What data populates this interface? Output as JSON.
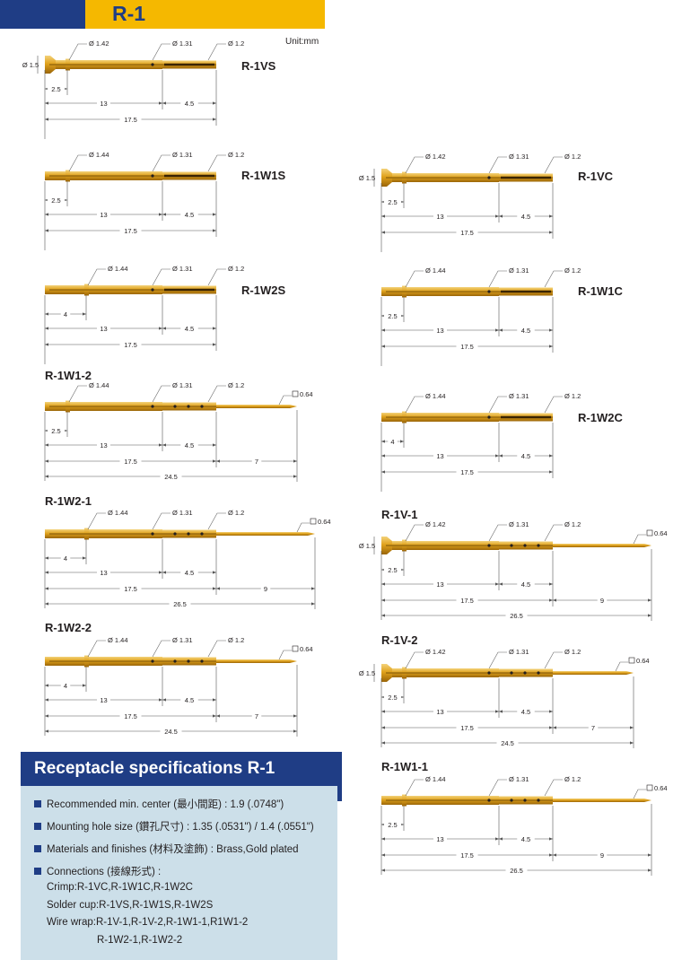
{
  "header": {
    "title": "R-1"
  },
  "unit": "Unit:mm",
  "parts": [
    {
      "name": "R-1VS",
      "diameters": [
        "Ø 1.42",
        "Ø 1.31",
        "Ø 1.2"
      ],
      "flange_dia": "Ø 1.5",
      "dims": [
        "2.5",
        "13",
        "4.5",
        "17.5"
      ]
    },
    {
      "name": "R-1W1S",
      "diameters": [
        "Ø 1.44",
        "Ø 1.31",
        "Ø 1.2"
      ],
      "dims": [
        "2.5",
        "13",
        "4.5",
        "17.5"
      ]
    },
    {
      "name": "R-1VC",
      "diameters": [
        "Ø 1.42",
        "Ø 1.31",
        "Ø 1.2"
      ],
      "flange_dia": "Ø 1.5",
      "dims": [
        "2.5",
        "13",
        "4.5",
        "17.5"
      ]
    },
    {
      "name": "R-1W2S",
      "diameters": [
        "Ø 1.44",
        "Ø 1.31",
        "Ø 1.2"
      ],
      "dims": [
        "4",
        "13",
        "4.5",
        "17.5"
      ]
    },
    {
      "name": "R-1W1C",
      "diameters": [
        "Ø 1.44",
        "Ø 1.31",
        "Ø 1.2"
      ],
      "dims": [
        "2.5",
        "13",
        "4.5",
        "17.5"
      ]
    },
    {
      "name": "R-1W1-2",
      "diameters": [
        "Ø 1.44",
        "Ø 1.31",
        "Ø 1.2"
      ],
      "tail": "□ 0.64",
      "dims": [
        "2.5",
        "13",
        "4.5",
        "17.5",
        "7",
        "24.5"
      ]
    },
    {
      "name": "R-1W2C",
      "diameters": [
        "Ø 1.44",
        "Ø 1.31",
        "Ø 1.2"
      ],
      "dims": [
        "4",
        "13",
        "4.5",
        "17.5"
      ]
    },
    {
      "name": "R-1W2-1",
      "diameters": [
        "Ø 1.44",
        "Ø 1.31",
        "Ø 1.2"
      ],
      "tail": "□ 0.64",
      "dims": [
        "4",
        "13",
        "4.5",
        "17.5",
        "9",
        "26.5"
      ]
    },
    {
      "name": "R-1V-1",
      "diameters": [
        "Ø 1.42",
        "Ø 1.31",
        "Ø 1.2"
      ],
      "flange_dia": "Ø 1.5",
      "tail": "□ 0.64",
      "dims": [
        "2.5",
        "13",
        "4.5",
        "17.5",
        "9",
        "26.5"
      ]
    },
    {
      "name": "R-1W2-2",
      "diameters": [
        "Ø 1.44",
        "Ø 1.31",
        "Ø 1.2"
      ],
      "tail": "□ 0.64",
      "dims": [
        "4",
        "13",
        "4.5",
        "17.5",
        "7",
        "24.5"
      ]
    },
    {
      "name": "R-1V-2",
      "diameters": [
        "Ø 1.42",
        "Ø 1.31",
        "Ø 1.2"
      ],
      "flange_dia": "Ø 1.5",
      "tail": "□ 0.64",
      "dims": [
        "2.5",
        "13",
        "4.5",
        "17.5",
        "7",
        "24.5"
      ]
    },
    {
      "name": "R-1W1-1",
      "diameters": [
        "Ø 1.44",
        "Ø 1.31",
        "Ø 1.2"
      ],
      "tail": "□ 0.64",
      "dims": [
        "2.5",
        "13",
        "4.5",
        "17.5",
        "9",
        "26.5"
      ]
    }
  ],
  "spec": {
    "title": "Receptacle specifications R-1",
    "items": [
      "Recommended min. center (最小間距) : 1.9 (.0748\")",
      "Mounting hole size (鑽孔尺寸) : 1.35 (.0531\") / 1.4 (.0551\")",
      "Materials and finishes (材料及塗飾) : Brass,Gold plated",
      "Connections (接線形式) :"
    ],
    "connections": [
      "Crimp:R-1VC,R-1W1C,R-1W2C",
      "Solder cup:R-1VS,R-1W1S,R-1W2S",
      "Wire wrap:R-1V-1,R-1V-2,R-1W1-1,R1W1-2",
      "R-1W2-1,R-1W2-2"
    ]
  },
  "colors": {
    "gold": "#e0a21c",
    "navy": "#1f3d85",
    "header_yellow": "#f5b800",
    "spec_bg": "#ccdfe9"
  }
}
